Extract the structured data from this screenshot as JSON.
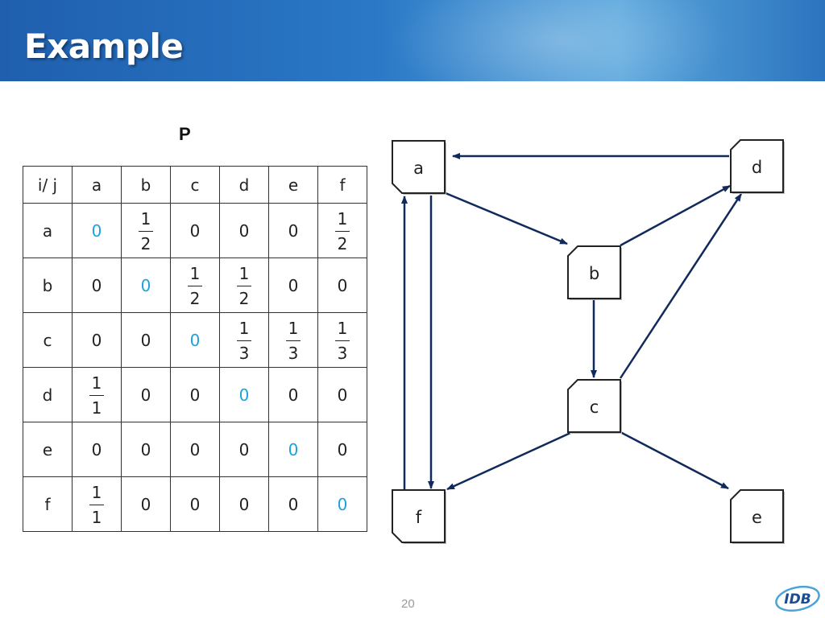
{
  "title": "Example",
  "matrix": {
    "label": "P",
    "corner": "i/ j",
    "columns": [
      "a",
      "b",
      "c",
      "d",
      "e",
      "f"
    ],
    "rows": [
      {
        "label": "a",
        "cells": [
          {
            "v": "0",
            "diag": true
          },
          {
            "num": "1",
            "den": "2"
          },
          {
            "v": "0"
          },
          {
            "v": "0"
          },
          {
            "v": "0"
          },
          {
            "num": "1",
            "den": "2"
          }
        ]
      },
      {
        "label": "b",
        "cells": [
          {
            "v": "0"
          },
          {
            "v": "0",
            "diag": true
          },
          {
            "num": "1",
            "den": "2"
          },
          {
            "num": "1",
            "den": "2"
          },
          {
            "v": "0"
          },
          {
            "v": "0"
          }
        ]
      },
      {
        "label": "c",
        "cells": [
          {
            "v": "0"
          },
          {
            "v": "0"
          },
          {
            "v": "0",
            "diag": true
          },
          {
            "num": "1",
            "den": "3"
          },
          {
            "num": "1",
            "den": "3"
          },
          {
            "num": "1",
            "den": "3"
          }
        ]
      },
      {
        "label": "d",
        "cells": [
          {
            "num": "1",
            "den": "1"
          },
          {
            "v": "0"
          },
          {
            "v": "0"
          },
          {
            "v": "0",
            "diag": true
          },
          {
            "v": "0"
          },
          {
            "v": "0"
          }
        ]
      },
      {
        "label": "e",
        "cells": [
          {
            "v": "0"
          },
          {
            "v": "0"
          },
          {
            "v": "0"
          },
          {
            "v": "0"
          },
          {
            "v": "0",
            "diag": true
          },
          {
            "v": "0"
          }
        ]
      },
      {
        "label": "f",
        "cells": [
          {
            "num": "1",
            "den": "1"
          },
          {
            "v": "0"
          },
          {
            "v": "0"
          },
          {
            "v": "0"
          },
          {
            "v": "0"
          },
          {
            "v": "0",
            "diag": true
          }
        ]
      }
    ]
  },
  "graph": {
    "nodes": [
      {
        "id": "a",
        "label": "a"
      },
      {
        "id": "b",
        "label": "b"
      },
      {
        "id": "c",
        "label": "c"
      },
      {
        "id": "d",
        "label": "d"
      },
      {
        "id": "e",
        "label": "e"
      },
      {
        "id": "f",
        "label": "f"
      }
    ],
    "edges": [
      {
        "from": "d",
        "to": "a"
      },
      {
        "from": "a",
        "to": "b"
      },
      {
        "from": "a",
        "to": "f"
      },
      {
        "from": "f",
        "to": "a"
      },
      {
        "from": "b",
        "to": "d"
      },
      {
        "from": "b",
        "to": "c"
      },
      {
        "from": "c",
        "to": "d"
      },
      {
        "from": "c",
        "to": "f"
      },
      {
        "from": "c",
        "to": "e"
      }
    ]
  },
  "page_number": "20",
  "logo_text": "IDB",
  "colors": {
    "header": "#2a78c6",
    "diagonal": "#1aa3dd",
    "edge": "#102a5c"
  }
}
